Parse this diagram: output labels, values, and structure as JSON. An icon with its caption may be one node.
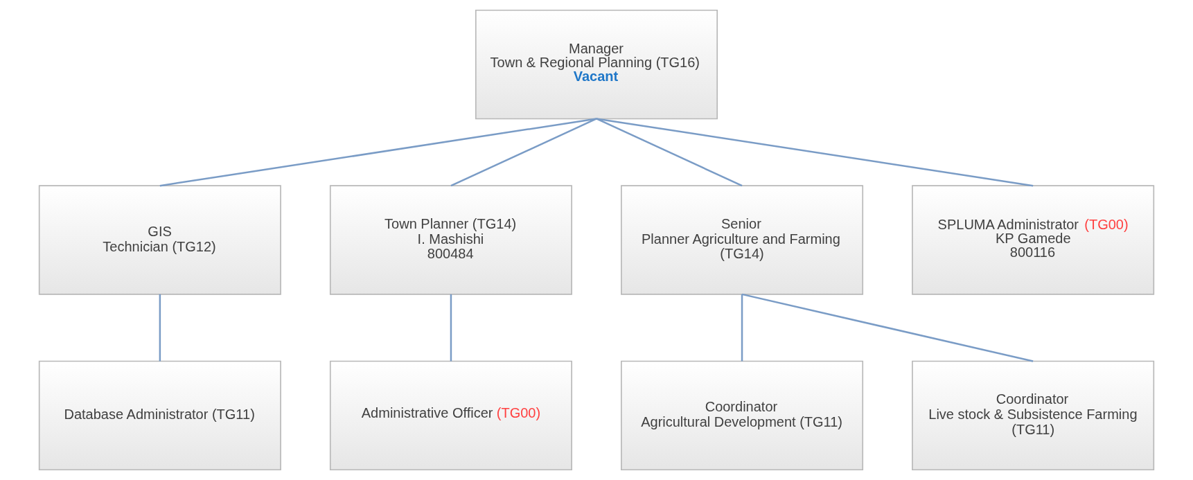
{
  "diagram": {
    "nodes": [
      {
        "text": [
          "Manager",
          "Town & Regional Planning (TG16)",
          "Vacant"
        ]
      },
      {
        "text": [
          "GIS",
          "Technician (TG12)"
        ]
      },
      {
        "text": [
          "Town Planner (TG14)",
          "I. Mashishi",
          "800484"
        ]
      },
      {
        "text": [
          "Senior",
          "Planner Agriculture and Farming (TG14)"
        ]
      },
      {
        "text": [
          "SPLUMA Administrator (TG00)",
          "KP Gamede",
          "800116"
        ]
      },
      {
        "text": [
          "Database Administrator (TG11)"
        ]
      },
      {
        "text": [
          "Administrative Officer (TG00)"
        ]
      },
      {
        "text": [
          "Coordinator",
          "Agricultural Development (TG11)"
        ]
      },
      {
        "text": [
          "Coordinator",
          "Live stock & Subsistence Farming (TG11)"
        ]
      }
    ],
    "edges": [
      {
        "from": 0,
        "to": 1,
        "arrow": "none"
      },
      {
        "from": 0,
        "to": 2,
        "arrow": "none"
      },
      {
        "from": 0,
        "to": 3,
        "arrow": "none"
      },
      {
        "from": 0,
        "to": 4,
        "arrow": "none"
      },
      {
        "from": 1,
        "to": 5,
        "arrow": "none"
      },
      {
        "from": 2,
        "to": 6,
        "arrow": "none"
      },
      {
        "from": 3,
        "to": 7,
        "arrow": "none"
      },
      {
        "from": 3,
        "to": 8,
        "arrow": "none"
      }
    ]
  }
}
